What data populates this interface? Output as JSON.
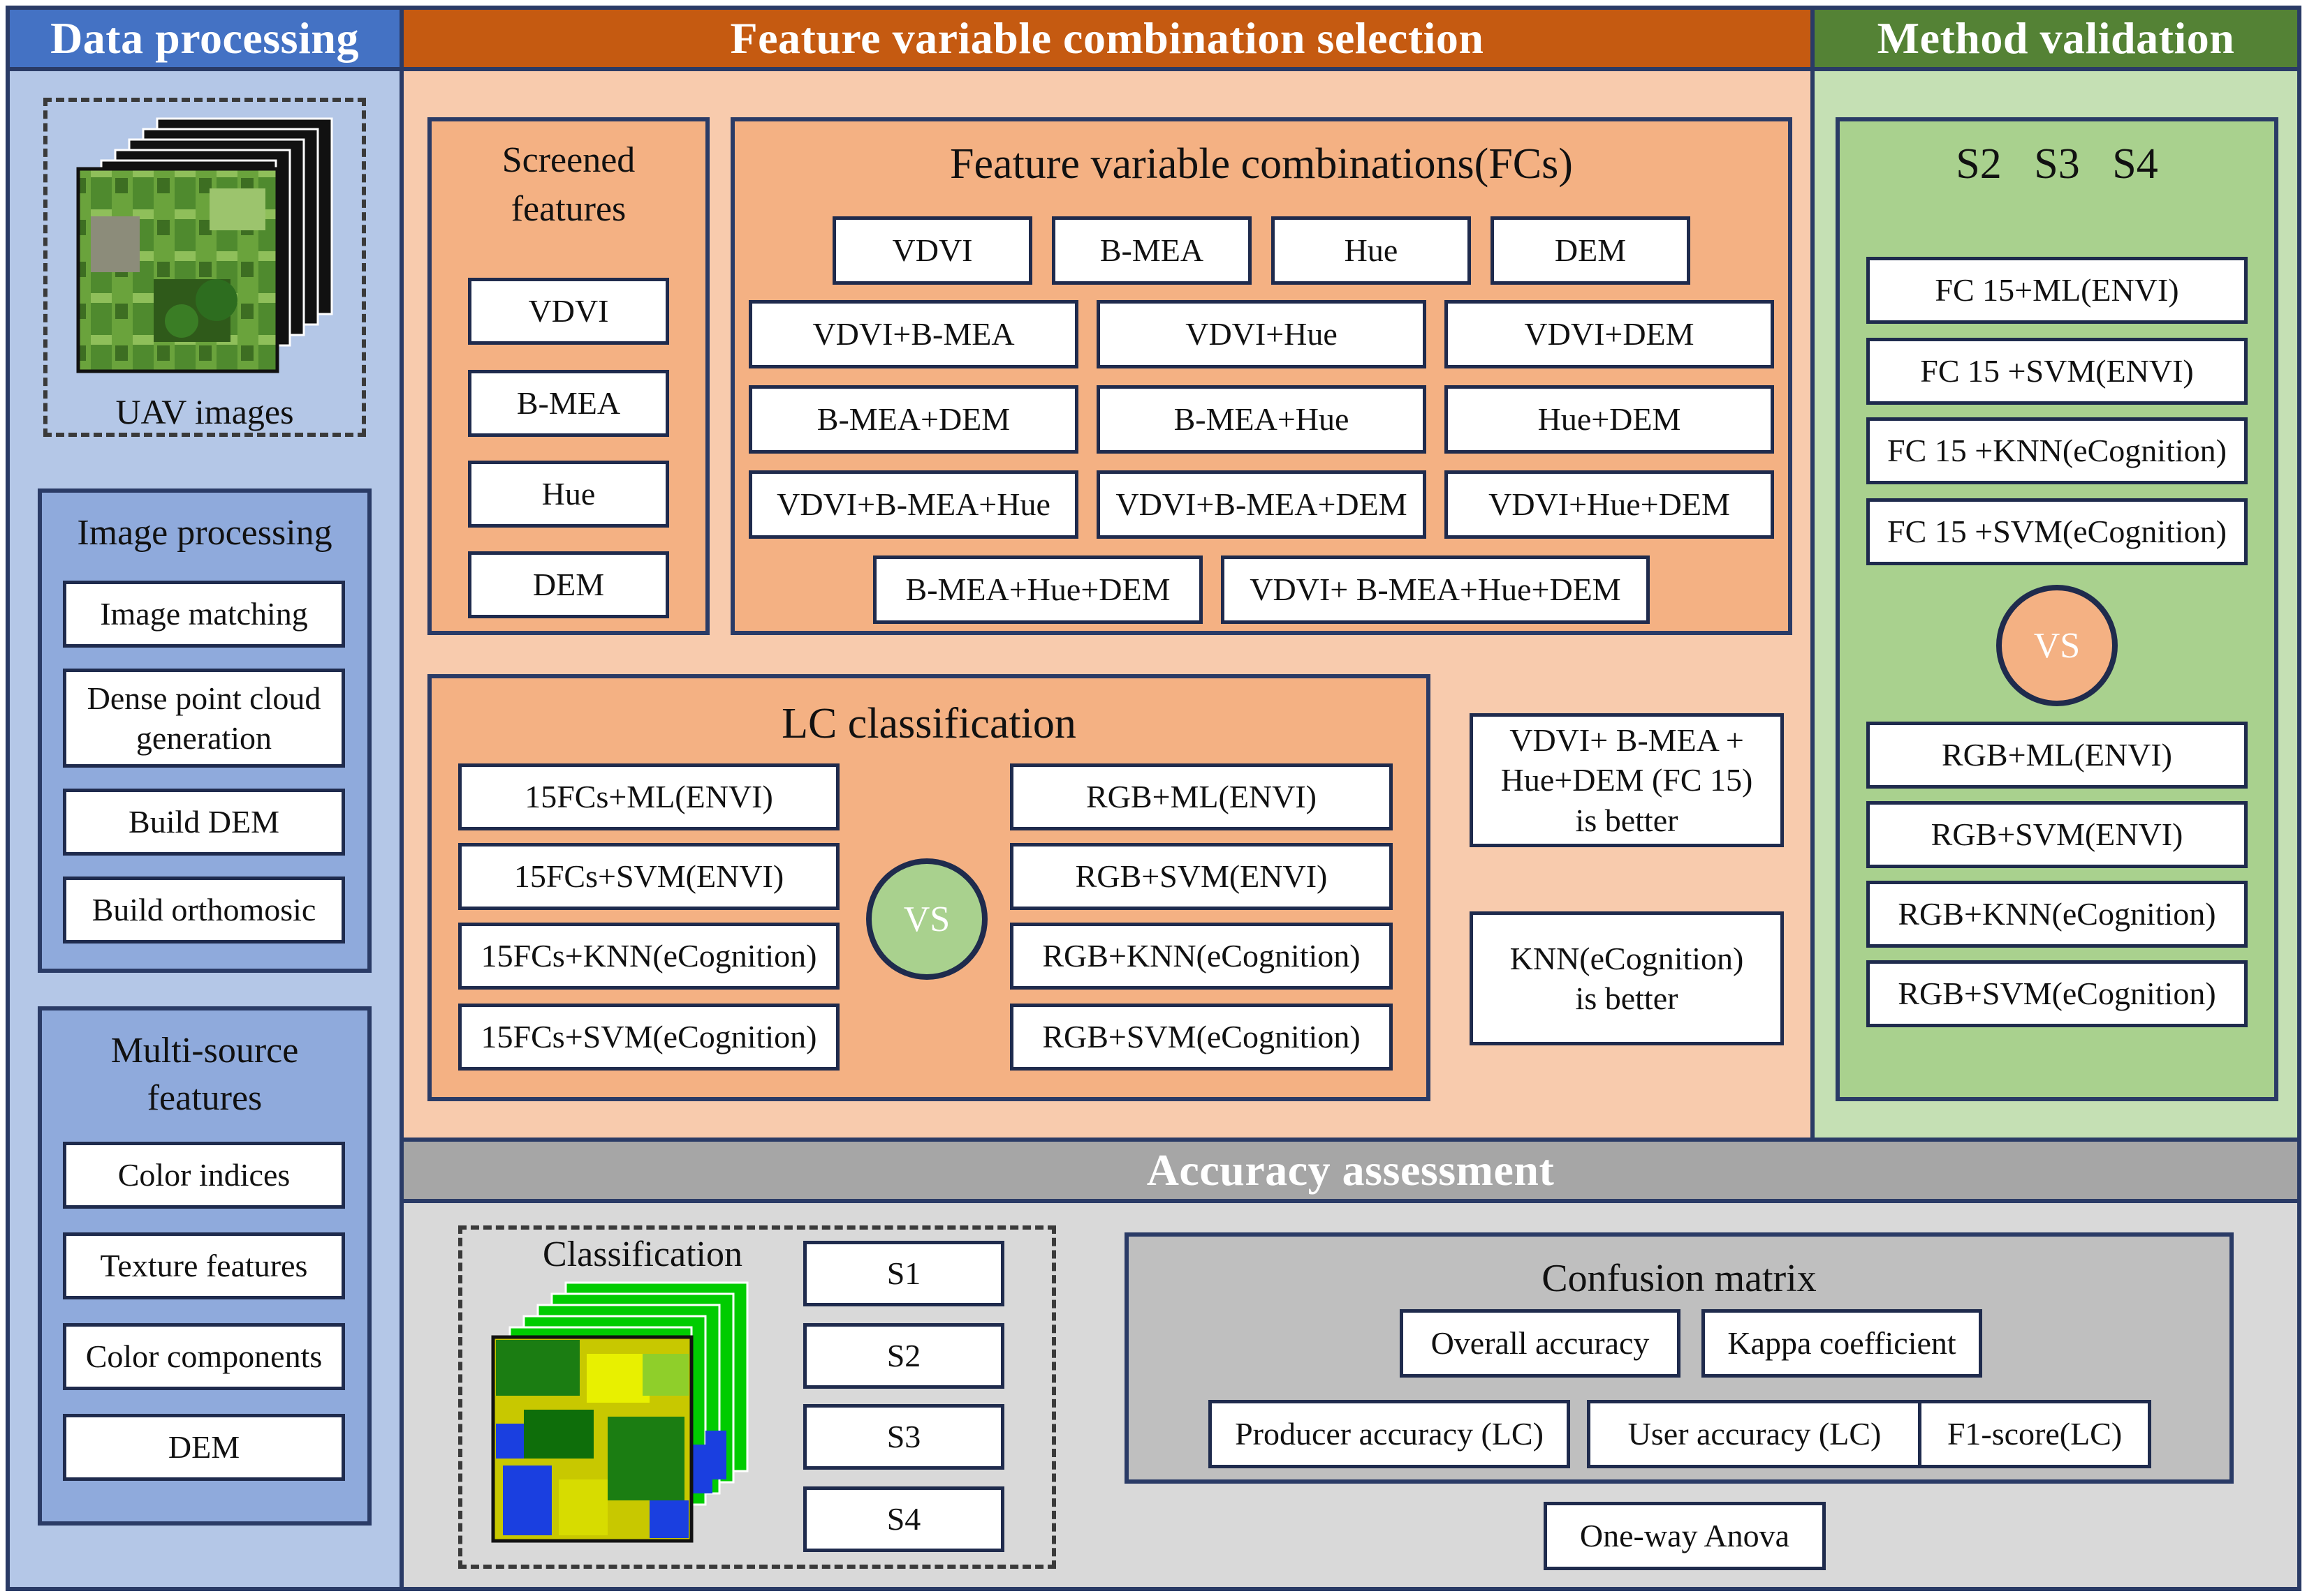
{
  "colors": {
    "data_processing_header": "#4472c4",
    "data_processing_bg": "#b4c7e7",
    "inner_blue": "#8faadc",
    "feature_header": "#c55a11",
    "feature_bg": "#f8cbad",
    "feature_inner": "#f4b183",
    "method_header": "#548235",
    "method_bg": "#c5e0b4",
    "method_inner": "#a9d18e",
    "accuracy_header": "#a6a6a6",
    "accuracy_bg": "#d9d9d9",
    "confusion_bg": "#bfbfbf",
    "vs_green": "#a9d18e",
    "vs_orange": "#f4b183"
  },
  "data_processing": {
    "header": "Data processing",
    "uav_label": "UAV images",
    "image_processing": {
      "title": "Image processing",
      "items": [
        "Image matching",
        "Dense point cloud generation",
        "Build DEM",
        "Build orthomosic"
      ]
    },
    "multi_source": {
      "title": "Multi-source features",
      "items": [
        "Color indices",
        "Texture features",
        "Color components",
        "DEM"
      ]
    }
  },
  "feature_selection": {
    "header": "Feature variable combination selection",
    "screened": {
      "title": "Screened features",
      "items": [
        "VDVI",
        "B-MEA",
        "Hue",
        "DEM"
      ]
    },
    "fcs": {
      "title": "Feature variable combinations(FCs)",
      "row1": [
        "VDVI",
        "B-MEA",
        "Hue",
        "DEM"
      ],
      "row2": [
        "VDVI+B-MEA",
        "VDVI+Hue",
        "VDVI+DEM"
      ],
      "row3": [
        "B-MEA+DEM",
        "B-MEA+Hue",
        "Hue+DEM"
      ],
      "row4": [
        "VDVI+B-MEA+Hue",
        "VDVI+B-MEA+DEM",
        "VDVI+Hue+DEM"
      ],
      "row5": [
        "B-MEA+Hue+DEM",
        "VDVI+ B-MEA+Hue+DEM"
      ]
    },
    "lc": {
      "title": "LC classification",
      "left": [
        "15FCs+ML(ENVI)",
        "15FCs+SVM(ENVI)",
        "15FCs+KNN(eCognition)",
        "15FCs+SVM(eCognition)"
      ],
      "right": [
        "RGB+ML(ENVI)",
        "RGB+SVM(ENVI)",
        "RGB+KNN(eCognition)",
        "RGB+SVM(eCognition)"
      ],
      "vs": "VS"
    },
    "conclusion1": "VDVI+ B-MEA + Hue+DEM (FC 15) is better",
    "conclusion2": "KNN(eCognition) is better"
  },
  "method_validation": {
    "header": "Method validation",
    "title": "S2   S3   S4",
    "top": [
      "FC 15+ML(ENVI)",
      "FC 15 +SVM(ENVI)",
      "FC 15 +KNN(eCognition)",
      "FC 15 +SVM(eCognition)"
    ],
    "vs": "VS",
    "bottom": [
      "RGB+ML(ENVI)",
      "RGB+SVM(ENVI)",
      "RGB+KNN(eCognition)",
      "RGB+SVM(eCognition)"
    ]
  },
  "accuracy": {
    "header": "Accuracy assessment",
    "classification_label": "Classification",
    "sites": [
      "S1",
      "S2",
      "S3",
      "S4"
    ],
    "confusion": {
      "title": "Confusion matrix",
      "row1": [
        "Overall accuracy",
        "Kappa coefficient"
      ],
      "row2": [
        "Producer accuracy (LC)",
        "User accuracy (LC)",
        "F1-score(LC)"
      ]
    },
    "anova": "One-way Anova"
  }
}
